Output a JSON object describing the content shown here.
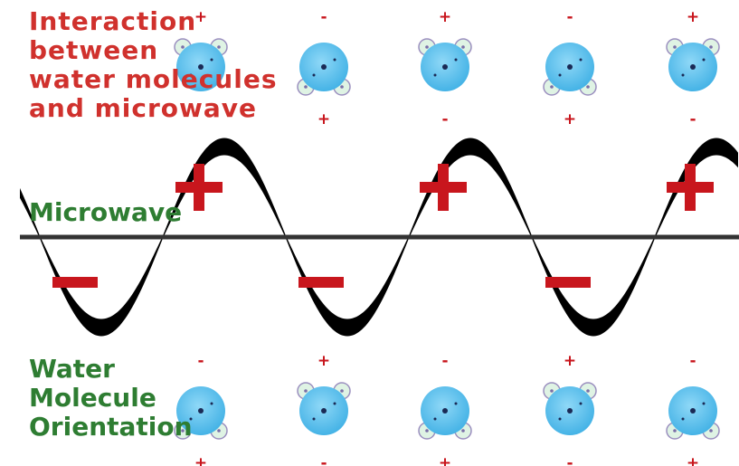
{
  "title": {
    "lines": [
      "Interaction",
      "between",
      "water molecules",
      "and microwave"
    ]
  },
  "wave_label": "Microwave",
  "orientation_label": {
    "lines": [
      "Water",
      "Molecule",
      "Orientation"
    ]
  },
  "wave_regions": [
    {
      "sign": "-",
      "phase": "trough"
    },
    {
      "sign": "+",
      "phase": "crest"
    },
    {
      "sign": "-",
      "phase": "trough"
    },
    {
      "sign": "+",
      "phase": "crest"
    },
    {
      "sign": "-",
      "phase": "trough"
    },
    {
      "sign": "+",
      "phase": "crest"
    }
  ],
  "top_molecules": [
    {
      "hydrogens": "top",
      "label_above": "+",
      "label_below": ""
    },
    {
      "hydrogens": "bottom",
      "label_above": "-",
      "label_below": "+"
    },
    {
      "hydrogens": "top",
      "label_above": "+",
      "label_below": "-"
    },
    {
      "hydrogens": "bottom",
      "label_above": "-",
      "label_below": "+"
    },
    {
      "hydrogens": "top",
      "label_above": "+",
      "label_below": "-"
    }
  ],
  "bottom_molecules": [
    {
      "hydrogens": "bottom",
      "label_above": "-",
      "label_below": "+"
    },
    {
      "hydrogens": "top",
      "label_above": "+",
      "label_below": "-"
    },
    {
      "hydrogens": "bottom",
      "label_above": "-",
      "label_below": "+"
    },
    {
      "hydrogens": "top",
      "label_above": "+",
      "label_below": "-"
    },
    {
      "hydrogens": "bottom",
      "label_above": "-",
      "label_below": "+"
    }
  ],
  "colors": {
    "title": "#d0312d",
    "labels": "#2e7d32",
    "wave": "#000000",
    "axis": "#333333",
    "sign": "#c8161d",
    "oxygen": "#5bc0eb",
    "hydrogen": "#dff3e4",
    "hydrogen_outline": "#9b8fbf"
  }
}
